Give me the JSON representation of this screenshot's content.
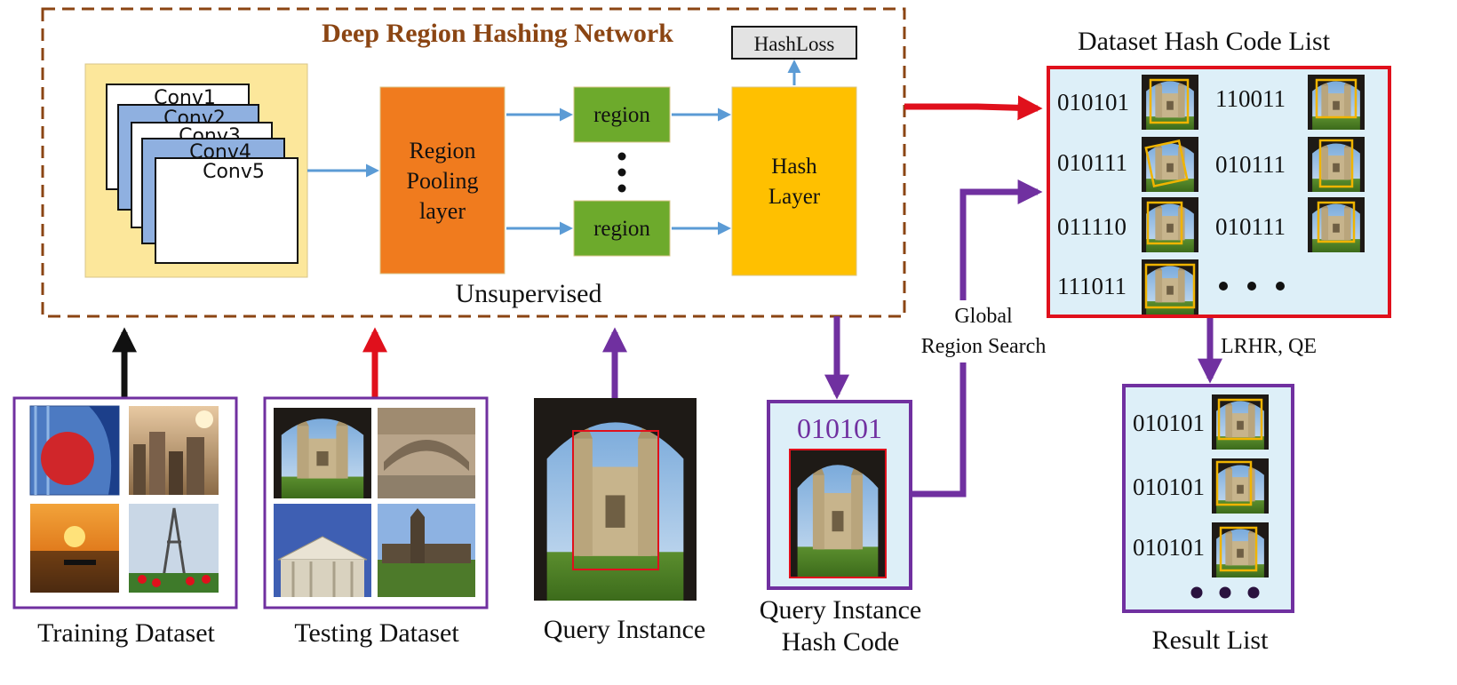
{
  "network": {
    "title": "Deep Region Hashing Network",
    "conv_layers": [
      "Conv1",
      "Conv2",
      "Conv3",
      "Conv4",
      "Conv5"
    ],
    "region_pooling": [
      "Region",
      "Pooling",
      "layer"
    ],
    "region_label": "region",
    "hash_layer": [
      "Hash",
      "Layer"
    ],
    "hash_loss": "HashLoss",
    "mode": "Unsupervised"
  },
  "inputs": {
    "training_label": "Training Dataset",
    "testing_label": "Testing Dataset",
    "query_label": "Query Instance"
  },
  "query_code": {
    "code": "010101",
    "label": [
      "Query Instance",
      "Hash Code"
    ]
  },
  "search": {
    "label": [
      "Global",
      "Region Search"
    ],
    "rerank_label": "LRHR, QE"
  },
  "dataset_list": {
    "title": "Dataset Hash Code List",
    "left_codes": [
      "010101",
      "010111",
      "011110",
      "111011"
    ],
    "right_codes": [
      "110011",
      "010111",
      "010111"
    ]
  },
  "result_list": {
    "title": "Result List",
    "codes": [
      "010101",
      "010101",
      "010101"
    ]
  },
  "colors": {
    "network_border": "#8B4513",
    "title": "#8B4513",
    "conv_bg": "#FCE79B",
    "conv_blue": "#8FB0E0",
    "pooling": "#F07B1E",
    "region": "#6DAA2C",
    "hash_layer": "#FFC000",
    "arrow_blue": "#5B9BD5",
    "red": "#E0101C",
    "purple": "#7030A0",
    "panel_bg": "#DDEFF8",
    "box_yellow": "#F0B400"
  }
}
